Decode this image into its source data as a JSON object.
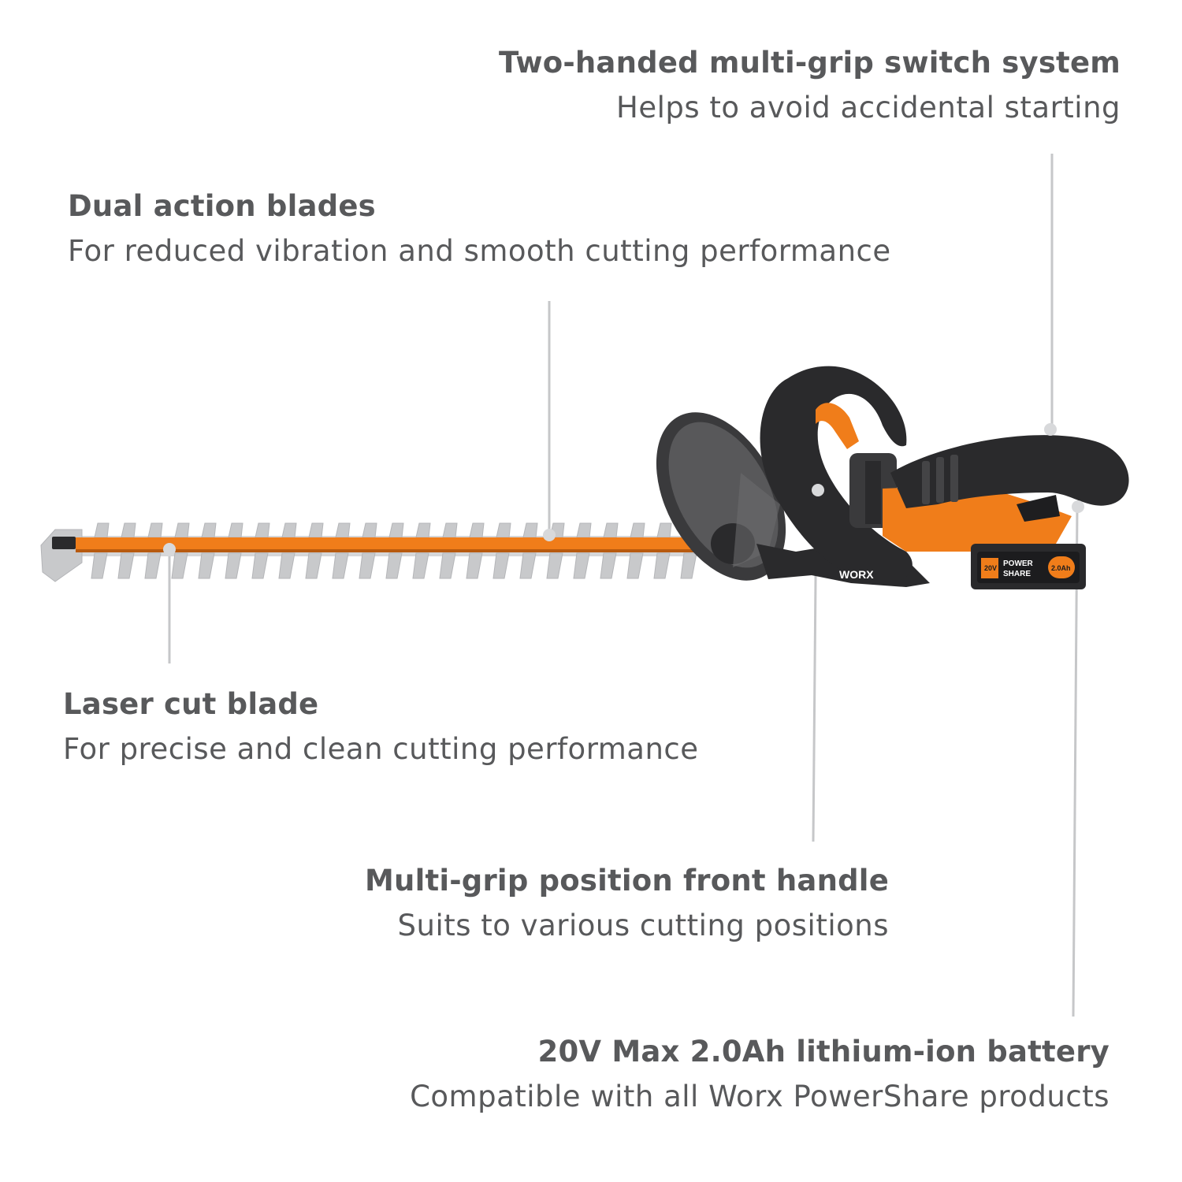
{
  "callouts": {
    "switch_system": {
      "title": "Two-handed multi-grip switch system",
      "desc": "Helps to avoid accidental starting"
    },
    "dual_blades": {
      "title": "Dual action blades",
      "desc": "For reduced vibration and smooth cutting performance"
    },
    "laser_blade": {
      "title": "Laser cut blade",
      "desc": "For precise and clean cutting performance"
    },
    "front_handle": {
      "title": "Multi-grip position front handle",
      "desc": "Suits to various cutting positions"
    },
    "battery": {
      "title": "20V Max 2.0Ah lithium-ion battery",
      "desc": "Compatible with all Worx PowerShare products"
    }
  },
  "product": {
    "logo_text": "WORX",
    "battery_voltage_badge": "20V",
    "battery_brand_line1": "POWER",
    "battery_brand_line2": "SHARE",
    "battery_capacity_badge": "2.0Ah"
  },
  "colors": {
    "text": "#58595b",
    "accent_orange": "#f07d1a",
    "body_black": "#2a2a2c",
    "blade_gray": "#c8c9cb",
    "leader_line": "#c6c7c9"
  }
}
